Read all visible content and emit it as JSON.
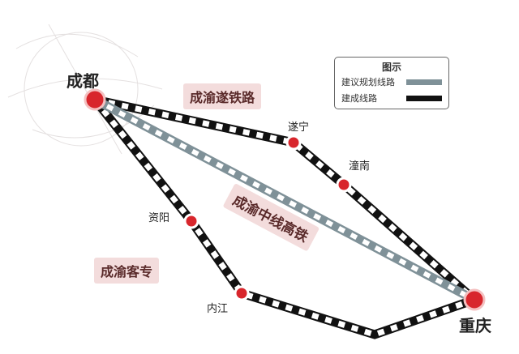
{
  "cities": {
    "chengdu": "成都",
    "chongqing": "重庆",
    "suining": "遂宁",
    "tongnan": "潼南",
    "ziyang": "资阳",
    "neijiang": "内江"
  },
  "lines": {
    "suiyu": "成渝遂铁路",
    "middle": "成渝中线高铁",
    "kezhuan": "成渝客专"
  },
  "legend": {
    "title": "图示",
    "planned": "建议规划线路",
    "built": "建成线路"
  },
  "colors": {
    "built": "#111111",
    "planned": "#7f9198",
    "station": "#d8262c",
    "callout": "#f3dcdc"
  }
}
